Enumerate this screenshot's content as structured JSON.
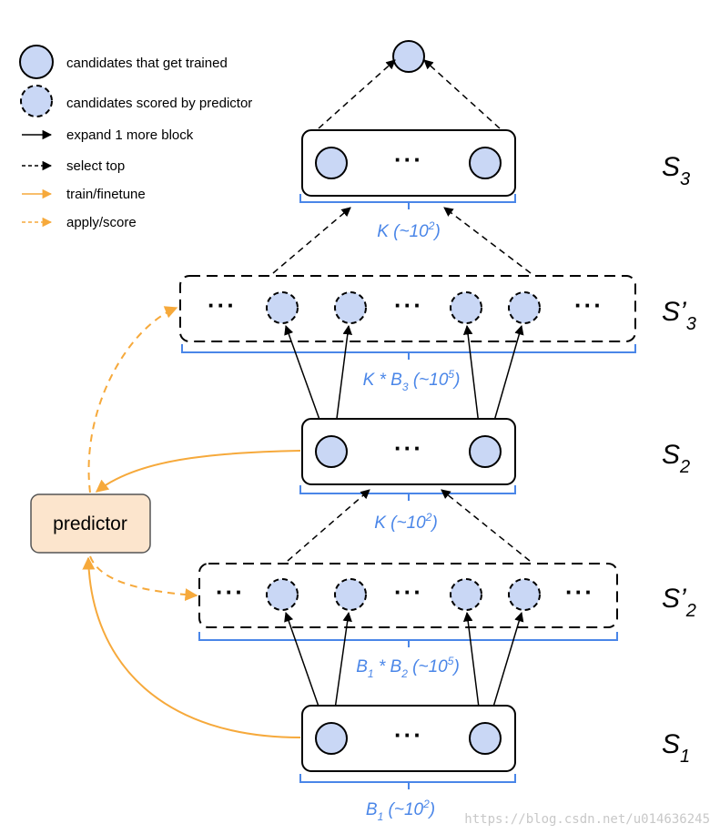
{
  "legend": {
    "trained": "candidates that get trained",
    "scored": "candidates scored by predictor",
    "expand": "expand 1 more block",
    "select": "select top",
    "train": "train/finetune",
    "apply": "apply/score"
  },
  "dots": "···",
  "predictor": "predictor",
  "braces": {
    "s3": {
      "base": "K (~10",
      "exp": "2",
      "tail": ")"
    },
    "sp3": {
      "base": "K * B",
      "sub": "3",
      "mid": " (~10",
      "exp": "5",
      "tail": ")"
    },
    "s2": {
      "base": "K (~10",
      "exp": "2",
      "tail": ")"
    },
    "sp2": {
      "base": "B",
      "sub1": "1",
      "mid": " * B",
      "sub2": "2",
      "mid2": " (~10",
      "exp": "5",
      "tail": ")"
    },
    "s1": {
      "base": "B",
      "sub": "1",
      "mid": " (~10",
      "exp": "2",
      "tail": ")"
    }
  },
  "stages": {
    "s3": {
      "main": "S",
      "sub": "3",
      "prime": ""
    },
    "sp3": {
      "main": "S",
      "sub": "3",
      "prime": "’"
    },
    "s2": {
      "main": "S",
      "sub": "2",
      "prime": ""
    },
    "sp2": {
      "main": "S",
      "sub": "2",
      "prime": "’"
    },
    "s1": {
      "main": "S",
      "sub": "1",
      "prime": ""
    }
  },
  "watermark": "https://blog.csdn.net/u014636245",
  "colors": {
    "node_fill": "#c9d7f5",
    "brace": "#4a86e8",
    "orange": "#f6a93b",
    "predictor_fill": "#fce5cd"
  }
}
